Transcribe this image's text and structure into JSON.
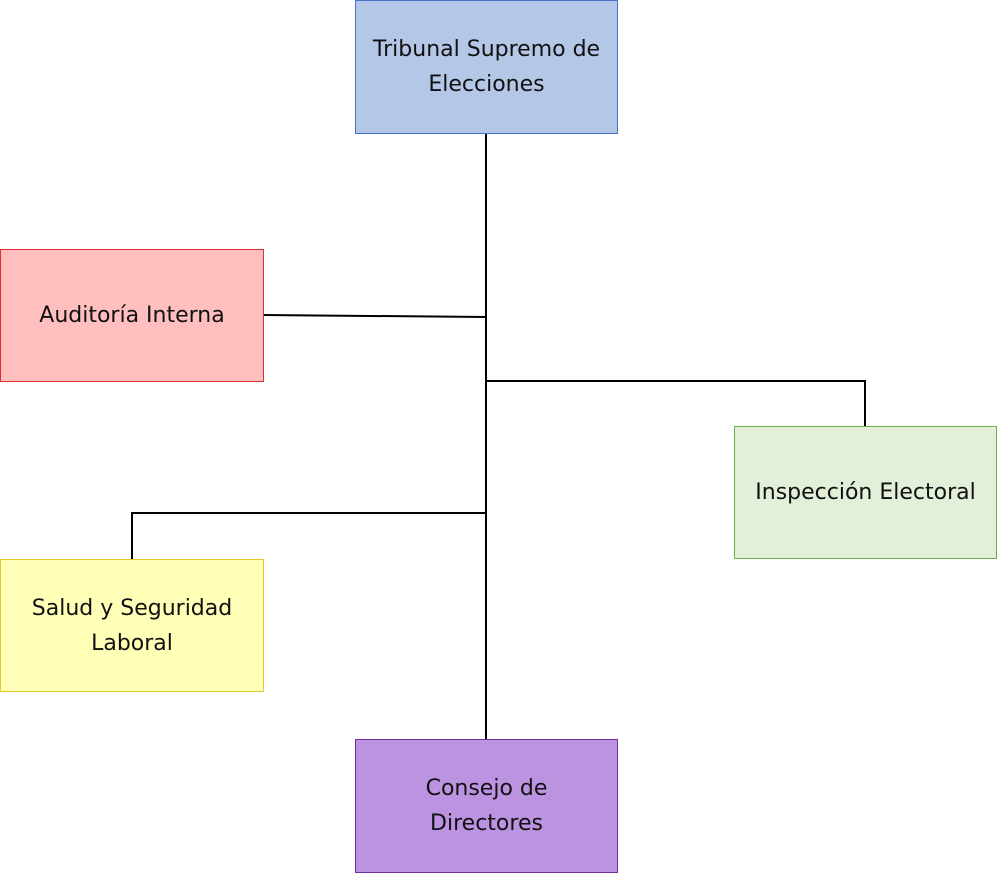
{
  "diagram": {
    "nodes": {
      "tribunal": {
        "label": "Tribunal Supremo de Elecciones",
        "fill": "#b4c7e7",
        "border": "#4472c4"
      },
      "auditoria": {
        "label": "Auditoría Interna",
        "fill": "#ffbfbf",
        "border": "#e03030"
      },
      "inspeccion": {
        "label": "Inspección Electoral",
        "fill": "#e2efd9",
        "border": "#70ad47"
      },
      "salud": {
        "label": "Salud y Seguridad Laboral",
        "fill": "#ffffb8",
        "border": "#e6c832"
      },
      "consejo": {
        "label": "Consejo de Directores",
        "fill": "#bc93e0",
        "border": "#7030a0"
      }
    },
    "edges": [
      {
        "from": "tribunal",
        "to": "auditoria"
      },
      {
        "from": "tribunal",
        "to": "inspeccion"
      },
      {
        "from": "tribunal",
        "to": "salud"
      },
      {
        "from": "tribunal",
        "to": "consejo"
      }
    ],
    "line_color": "#000000"
  }
}
